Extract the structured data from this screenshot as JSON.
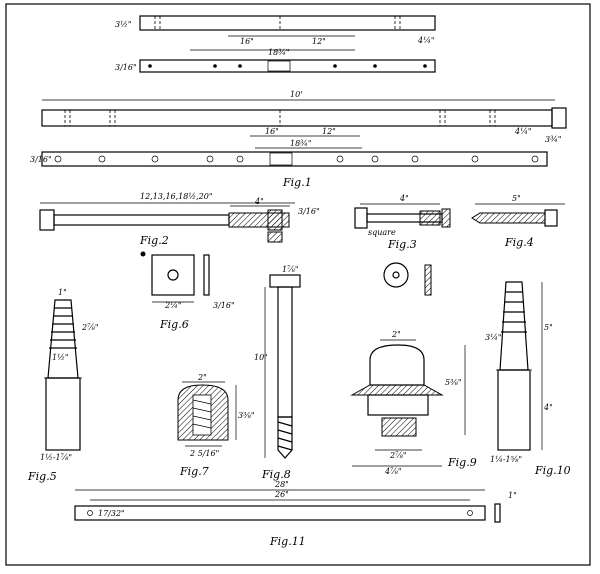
{
  "labels": {
    "fig1": "Fig.1",
    "fig2": "Fig.2",
    "fig3": "Fig.3",
    "fig4": "Fig.4",
    "fig5": "Fig.5",
    "fig6": "Fig.6",
    "fig7": "Fig.7",
    "fig8": "Fig.8",
    "fig9": "Fig.9",
    "fig10": "Fig.10",
    "fig11": "Fig.11"
  },
  "dims": {
    "f1_top_16": "16\"",
    "f1_top_12": "12\"",
    "f1_top_18": "18¾\"",
    "f1_top_4": "4¼\"",
    "f1_top_thick": "3½\"",
    "f1_top_hole": "3/16\"",
    "f1_long_10": "10'",
    "f1_long_16": "16\"",
    "f1_long_12": "12\"",
    "f1_long_18": "18¾\"",
    "f1_long_4": "4¼\"",
    "f1_long_end": "3¾\"",
    "f1_long_hole": "3/16\"",
    "f2_lengths": "12,13,16,18½,20\"",
    "f2_4": "4\"",
    "f2_end": "3/16\"",
    "f3_4": "4\"",
    "f3_square": "square",
    "f4_5": "5\"",
    "f5_top": "1\"",
    "f5_28": "2⅞\"",
    "f5_1half": "1½\"",
    "f5_bot": "1½-1⅞\"",
    "f6_2": "2¼\"",
    "f6_3": "3/16\"",
    "f7_2": "2\"",
    "f7_2b": "2 5/16\"",
    "f7_3": "3⅜\"",
    "f8_top": "1⅞\"",
    "f8_10": "10\"",
    "f9_2": "2\"",
    "f9_58": "5⅜\"",
    "f9_2b": "2⅞\"",
    "f9_4": "4⅞\"",
    "f10_5": "5\"",
    "f10_4": "4\"",
    "f10_3": "3¼\"",
    "f10_bot": "1¼-1⅝\"",
    "f11_28": "28\"",
    "f11_26": "26\"",
    "f11_end": "1\"",
    "f11_hole": "17/32\""
  }
}
